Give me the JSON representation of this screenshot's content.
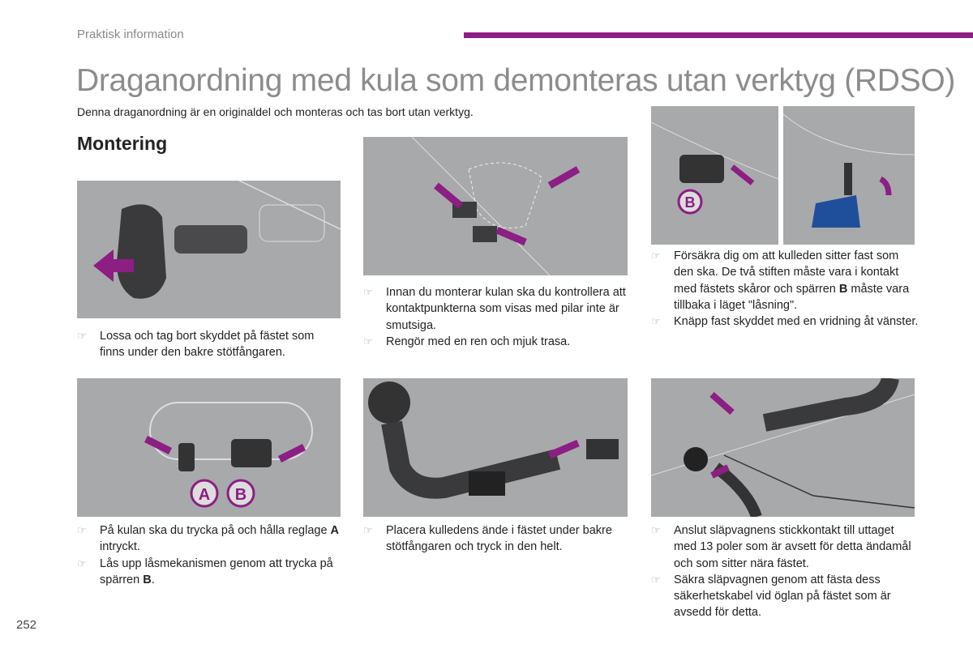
{
  "header": {
    "section": "Praktisk information",
    "accent_color": "#8c1e84"
  },
  "title": "Draganordning med kula som demonteras utan verktyg (RDSO)",
  "intro": "Denna draganordning är en originaldel och monteras och tas bort utan verktyg.",
  "subtitle": "Montering",
  "bullet_icon": "pointing-hand-icon",
  "bullet": "☞",
  "steps": [
    {
      "items": [
        {
          "pre": "Lossa och tag bort skyddet på fästet som finns under den bakre stötfångaren.",
          "bold": "",
          "post": ""
        }
      ]
    },
    {
      "items": [
        {
          "pre": "Innan du monterar kulan ska du kontrollera att kontaktpunkterna som visas med pilar inte är smutsiga.",
          "bold": "",
          "post": ""
        },
        {
          "pre": "Rengör med en ren och mjuk trasa.",
          "bold": "",
          "post": ""
        }
      ]
    },
    {
      "items": [
        {
          "pre": "Försäkra dig om att kulleden sitter fast som den ska. De två stiften måste vara i kontakt med fästets skåror och spärren ",
          "bold": "B",
          "post": " måste vara tillbaka i läget \"låsning\"."
        },
        {
          "pre": "Knäpp fast skyddet med en vridning åt vänster.",
          "bold": "",
          "post": ""
        }
      ]
    },
    {
      "items": [
        {
          "pre": "På kulan ska du trycka på och hålla reglage ",
          "bold": "A",
          "post": " intryckt."
        },
        {
          "pre": "Lås upp låsmekanismen genom att trycka på spärren ",
          "bold": "B",
          "post": "."
        }
      ]
    },
    {
      "items": [
        {
          "pre": "Placera kulledens ände i fästet under bakre stötfångaren och tryck in den helt.",
          "bold": "",
          "post": ""
        }
      ]
    },
    {
      "items": [
        {
          "pre": "Anslut släpvagnens stickkontakt till uttaget med 13 poler som är avsett för detta ändamål och som sitter nära fästet.",
          "bold": "",
          "post": ""
        },
        {
          "pre": "Säkra släpvagnen genom att fästa dess säkerhetskabel vid öglan på fästet som är avsedd för detta.",
          "bold": "",
          "post": ""
        }
      ]
    }
  ],
  "labels": {
    "a": "A",
    "b": "B"
  },
  "page_number": "252"
}
